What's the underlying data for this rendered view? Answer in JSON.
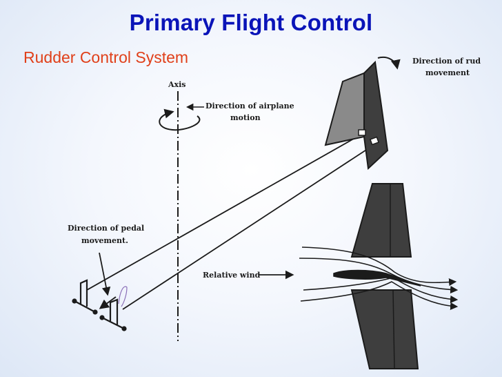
{
  "slide": {
    "title": "Primary Flight Control",
    "subtitle": "Rudder Control System"
  },
  "diagram": {
    "labels": {
      "axis": "Axis",
      "airplane_motion_line1": "Direction of airplane",
      "airplane_motion_line2": "motion",
      "rudder_movement_line1": "Direction of rud",
      "rudder_movement_line2": "movement",
      "pedal_movement_line1": "Direction of pedal",
      "pedal_movement_line2": "movement.",
      "relative_wind": "Relative wind"
    },
    "colors": {
      "title": "#0a14b8",
      "subtitle": "#e0401a",
      "fin_dark": "#3e3e3e",
      "fin_light": "#8a8a8a",
      "ink": "#1b1b1b"
    }
  }
}
